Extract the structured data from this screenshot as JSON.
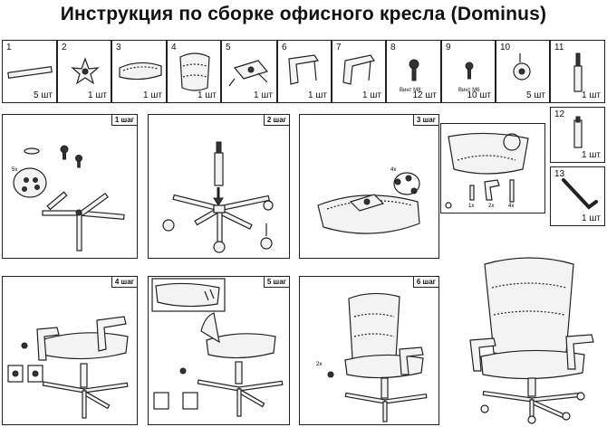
{
  "title": "Инструкция по сборке офисного кресла (Dominus)",
  "parts": [
    {
      "num": "1",
      "qty": "5 шт",
      "icon": "armrest-bar-icon"
    },
    {
      "num": "2",
      "qty": "1 шт",
      "icon": "base-star-icon"
    },
    {
      "num": "3",
      "qty": "1 шт",
      "icon": "seat-cushion-icon"
    },
    {
      "num": "4",
      "qty": "1 шт",
      "icon": "backrest-icon"
    },
    {
      "num": "5",
      "qty": "1 шт",
      "icon": "mechanism-icon"
    },
    {
      "num": "6",
      "qty": "1 шт",
      "icon": "armrest-left-icon"
    },
    {
      "num": "7",
      "qty": "1 шт",
      "icon": "armrest-right-icon"
    },
    {
      "num": "8",
      "qty": "12 шт",
      "label": "Винт М8",
      "icon": "bolt-m8-icon"
    },
    {
      "num": "9",
      "qty": "10 шт",
      "label": "Винт М6",
      "icon": "bolt-m6-icon"
    },
    {
      "num": "10",
      "qty": "5 шт",
      "icon": "caster-icon"
    },
    {
      "num": "11",
      "qty": "1 шт",
      "icon": "gas-lift-icon"
    },
    {
      "num": "12",
      "qty": "1 шт",
      "icon": "cylinder-cover-icon"
    },
    {
      "num": "13",
      "qty": "1 шт",
      "icon": "hex-key-icon"
    }
  ],
  "steps": [
    {
      "label": "1 шаг",
      "callout": "5x"
    },
    {
      "label": "2 шаг"
    },
    {
      "label": "3 шаг",
      "callout": "4x",
      "detail": [
        "1x",
        "2x",
        "4x"
      ]
    },
    {
      "label": "4 шаг"
    },
    {
      "label": "5 шаг"
    },
    {
      "label": "6 шаг",
      "callout": "2x"
    }
  ]
}
